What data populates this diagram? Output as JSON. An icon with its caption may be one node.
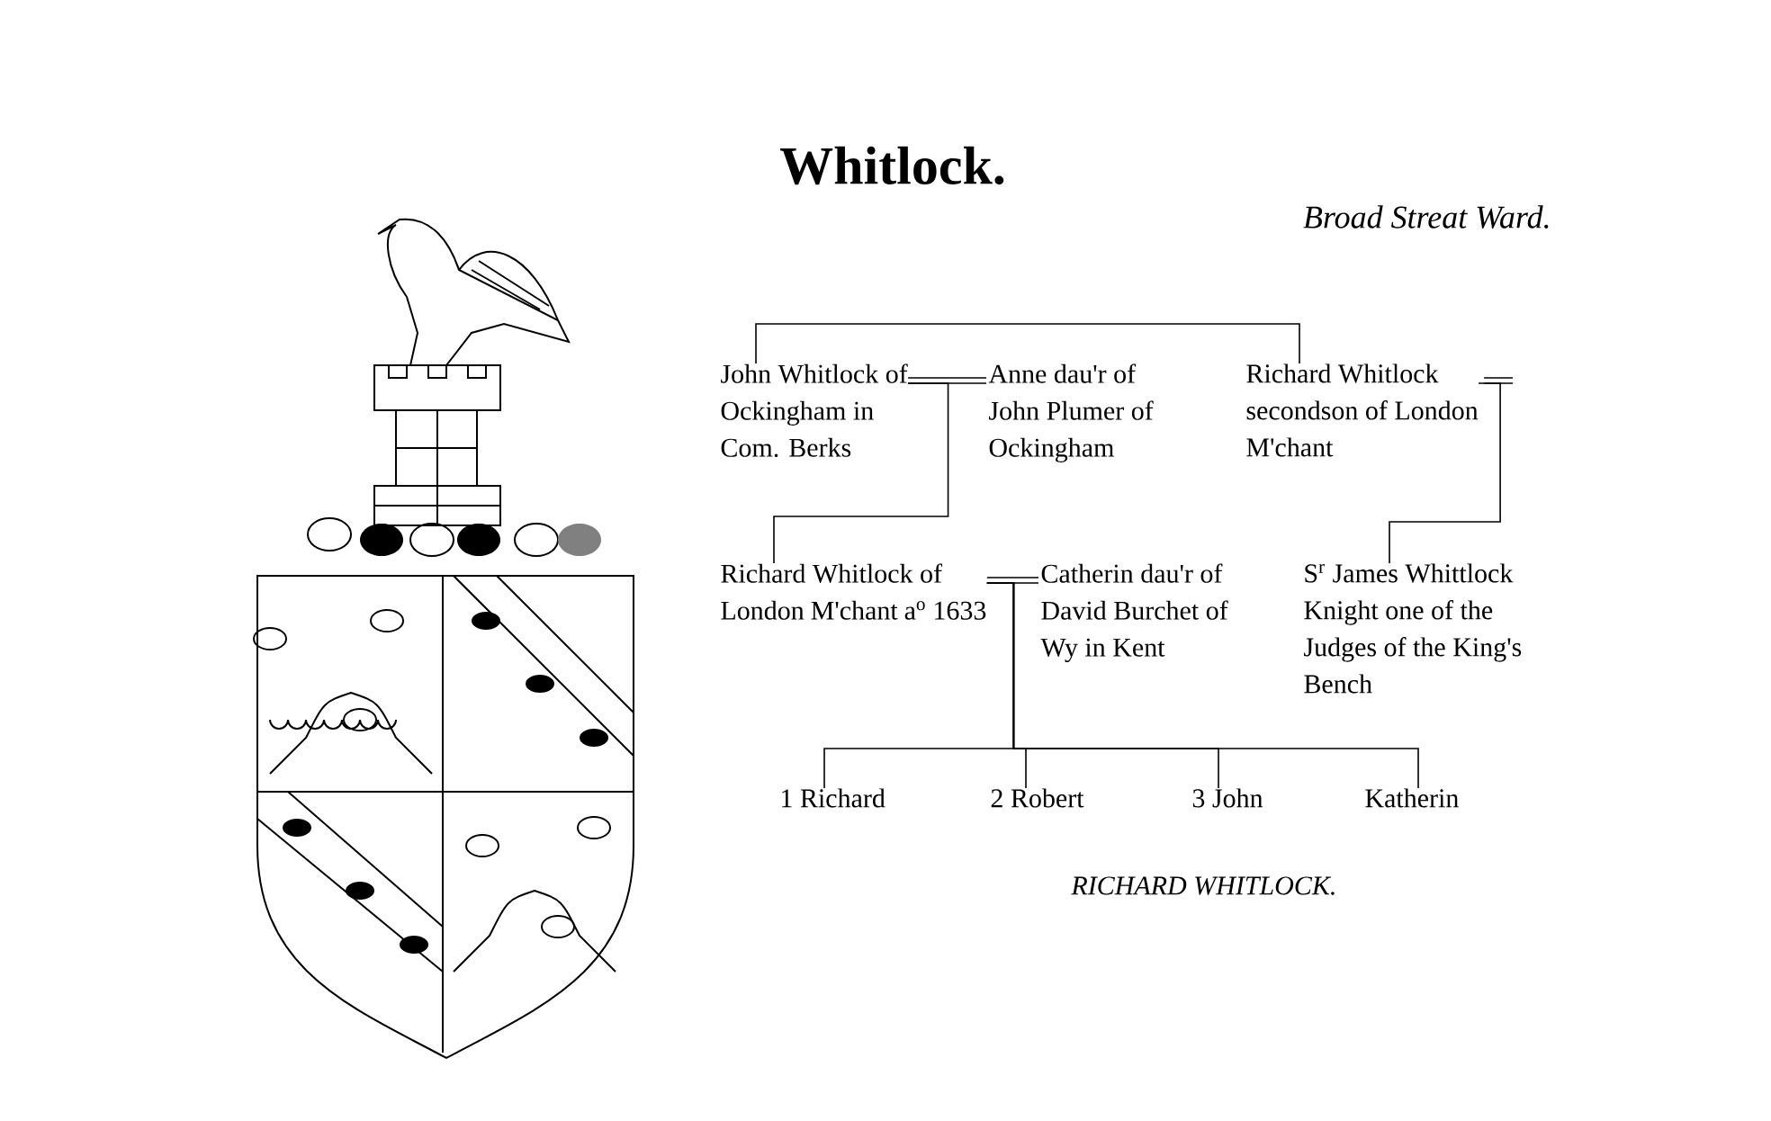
{
  "diagram": {
    "title": "Whitlock.",
    "nodes": [
      {
        "text": [
          "John Whitlock of Ockingham in Com. Berks"
        ]
      },
      {
        "text": [
          "Anne dau'r of John Plumer of Ockingham"
        ]
      },
      {
        "text": [
          "Richard Whitlock secondson of London M'chant"
        ]
      },
      {
        "text": [
          "Richard Whitlock of London M'chant a$^{o}$ 1633"
        ]
      },
      {
        "text": [
          "Catherin dau'r of David Burchet of Wy in Kent"
        ]
      },
      {
        "text": [
          "S$^{r}$ James Whittlock Knight one of the Judges of the King's Bench"
        ]
      },
      {
        "text": [
          "1 Richard"
        ]
      },
      {
        "text": [
          "2 Robert"
        ]
      },
      {
        "text": [
          "3 John"
        ]
      },
      {
        "text": [
          "Katherin"
        ]
      }
    ],
    "edges": [
      {
        "from": 0,
        "to": 2,
        "arrow": "none"
      },
      {
        "from": 0,
        "to": 1,
        "arrow": "none"
      },
      {
        "from": 0,
        "to": 3,
        "arrow": "none"
      },
      {
        "from": 2,
        "to": 5,
        "arrow": "none"
      },
      {
        "from": 3,
        "to": 4,
        "arrow": "none"
      },
      {
        "from": 3,
        "to": 6,
        "arrow": "none"
      },
      {
        "from": 3,
        "to": 7,
        "arrow": "none"
      },
      {
        "from": 3,
        "to": 8,
        "arrow": "none"
      },
      {
        "from": 3,
        "to": 9,
        "arrow": "none"
      }
    ],
    "labels": [
      "Broad Streat Ward.",
      "RICHARD WHITLOCK."
    ]
  }
}
